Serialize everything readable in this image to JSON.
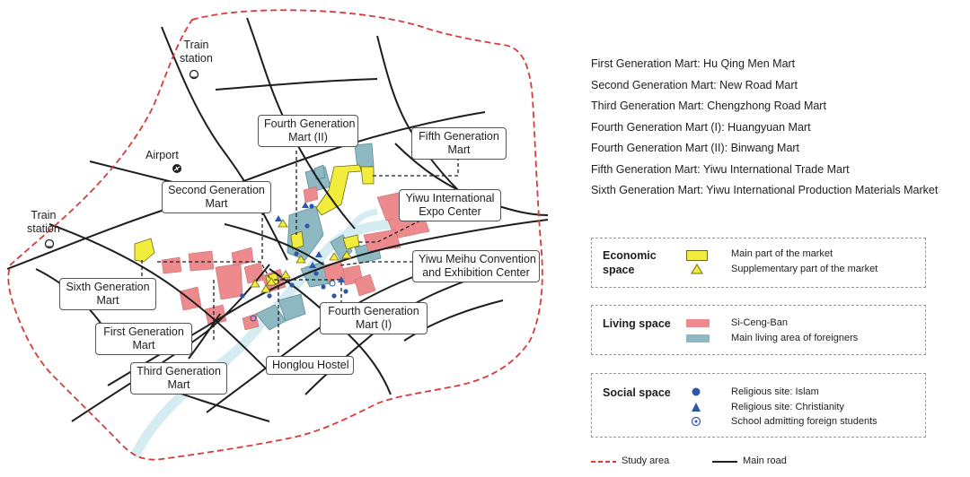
{
  "map": {
    "callouts": {
      "train_station_top": "Train\nstation",
      "train_station_left": "Train\nstation",
      "airport": "Airport",
      "fourth_gen_ii": "Fourth Generation\nMart (II)",
      "fifth_gen": "Fifth Generation\nMart",
      "second_gen": "Second Generation\nMart",
      "expo_center": "Yiwu International\nExpo Center",
      "meihu": "Yiwu Meihu Convention\nand Exhibition Center",
      "sixth_gen": "Sixth Generation\nMart",
      "first_gen": "First Generation\nMart",
      "fourth_gen_i": "Fourth Generation\nMart (I)",
      "third_gen": "Third Generation\nMart",
      "honglou": "Honglou Hostel"
    }
  },
  "marts": [
    "First Generation Mart: Hu Qing Men Mart",
    "Second Generation Mart: New Road Mart",
    "Third Generation Mart: Chengzhong Road Mart",
    "Fourth Generation Mart (I): Huangyuan Mart",
    "Fourth Generation Mart (II): Binwang Mart",
    "Fifth Generation Mart: Yiwu International Trade Mart",
    "Sixth Generation Mart: Yiwu International Production Materials Market"
  ],
  "legend": {
    "economic": {
      "heading": "Economic\nspace",
      "items": [
        "Main part of the market",
        "Supplementary part of the market"
      ]
    },
    "living": {
      "heading": "Living space",
      "items": [
        "Si-Ceng-Ban",
        "Main living area of foreigners"
      ]
    },
    "social": {
      "heading": "Social space",
      "items": [
        "Religious site: Islam",
        "Religious site: Christianity",
        "School admitting foreign students"
      ]
    },
    "study_area": "Study area",
    "main_road": "Main road"
  },
  "colors": {
    "market_main": "#f2ec3c",
    "siceng_ban": "#ec8a8d",
    "foreigners": "#8fb9c2",
    "river": "#d6ecf3",
    "boundary": "#d93a3a",
    "symbol_blue": "#2e57a8"
  }
}
